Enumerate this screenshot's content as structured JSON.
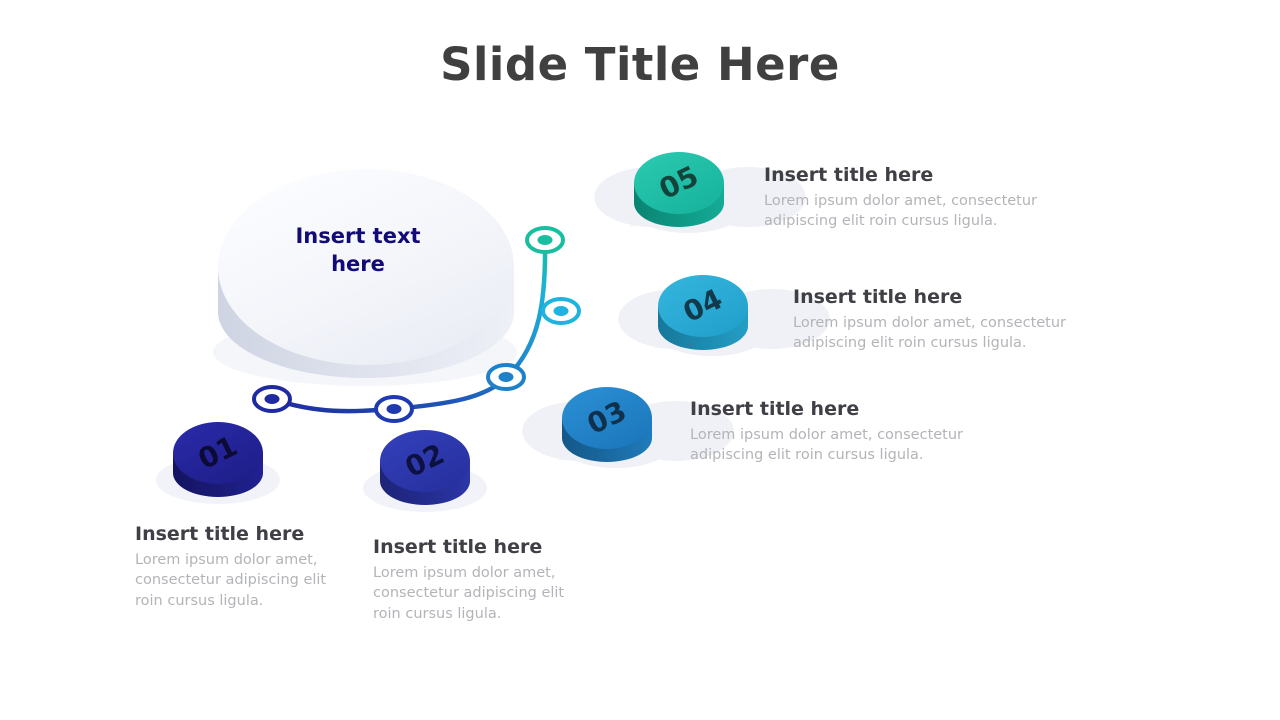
{
  "slide": {
    "title": "Slide Title Here",
    "background_color": "#ffffff",
    "title_color": "#404040"
  },
  "center": {
    "label_line1": "Insert text",
    "label_line2": "here",
    "text_color": "#120a75",
    "top_color": "#f4f6fa",
    "side_color": "#d8dce8"
  },
  "palette": {
    "step01_top": "#23239b",
    "step01_side": "#191970",
    "step02_top": "#2b35ab",
    "step02_side": "#222a8c",
    "step03_top": "#1f82c9",
    "step03_side": "#19679f",
    "step04_top": "#29abd6",
    "step04_side": "#1f8cb0",
    "step05_top": "#20bfa8",
    "step05_side": "#0f9c88",
    "callout_shadow": "#f0f1f6",
    "number_text": "#1c2340"
  },
  "steps": [
    {
      "number": "01",
      "title": "Insert title here",
      "body": "Lorem ipsum dolor amet, consectetur adipiscing elit roin cursus ligula.",
      "top_color": "#23239b",
      "side_color": "#191970",
      "marker_color": "#1f2aa0"
    },
    {
      "number": "02",
      "title": "Insert title here",
      "body": "Lorem ipsum dolor amet, consectetur adipiscing elit roin cursus ligula.",
      "top_color": "#2b35ab",
      "side_color": "#222a8c",
      "marker_color": "#1f3ab0"
    },
    {
      "number": "03",
      "title": "Insert title here",
      "body": "Lorem ipsum dolor amet, consectetur adipiscing elit roin cursus ligula.",
      "top_color": "#1f82c9",
      "side_color": "#19679f",
      "marker_color": "#1f82c9"
    },
    {
      "number": "04",
      "title": "Insert title here",
      "body": "Lorem ipsum dolor amet, consectetur adipiscing elit roin cursus ligula.",
      "top_color": "#29abd6",
      "side_color": "#1f8cb0",
      "marker_color": "#1fb3e0"
    },
    {
      "number": "05",
      "title": "Insert title here",
      "body": "Lorem ipsum dolor amet, consectetur adipiscing elit roin cursus ligula.",
      "top_color": "#20bfa8",
      "side_color": "#0f9c88",
      "marker_color": "#17bfa0"
    }
  ],
  "connector": {
    "from_color": "#1f2aa0",
    "to_color": "#17bfa0",
    "marker_count": 5
  }
}
